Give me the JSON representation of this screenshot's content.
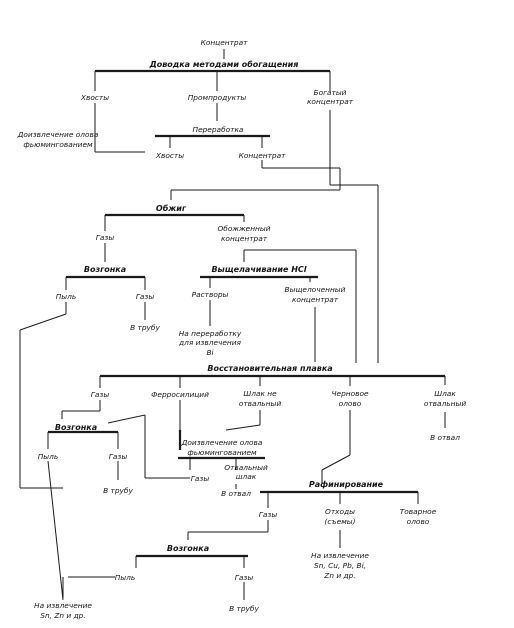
{
  "flowchart": {
    "n_konc": "Концентрат",
    "n_dovodka": "Доводка методами обогащения",
    "n_hvosty1": "Хвосты",
    "n_promprod": "Промпродукты",
    "n_bogaty_1": "Богатый",
    "n_bogaty_2": "концентрат",
    "n_izvl_fum1_1": "Доизвлечение олова",
    "n_izvl_fum1_2": "фьюмингованием",
    "n_pererab": "Переработка",
    "n_hvosty2": "Хвосты",
    "n_konc2": "Концентрат",
    "n_obzhig": "Обжиг",
    "n_gazy1": "Газы",
    "n_obozh_1": "Обожженный",
    "n_obozh_2": "концентрат",
    "n_vysublim1": "Возгонка",
    "n_vyshchel": "Выщелачивание HCl",
    "n_pyl1": "Пыль",
    "n_gazy2": "Газы",
    "n_rastvory": "Растворы",
    "n_vyshch_konc_1": "Выщелоченный",
    "n_vyshch_konc_2": "концентрат",
    "n_v_trubu1": "В трубу",
    "n_na_pererab_1": "На переработку",
    "n_na_pererab_2": "для извлечения",
    "n_na_pererab_3": "Bi",
    "n_vosst": "Восстановительная плавка",
    "n_gazy3": "Газы",
    "n_ferrosil": "Ферросилиций",
    "n_shlak_ne_1": "Шлак не",
    "n_shlak_ne_2": "отвальный",
    "n_chernov_1": "Черновое",
    "n_chernov_2": "олово",
    "n_shlak_otv_1": "Шлак",
    "n_shlak_otv_2": "отвальный",
    "n_vysublim2": "Возгонка",
    "n_izvl_fum2_1": "Доизвлечение олова",
    "n_izvl_fum2_2": "фьюмингованием",
    "n_v_otval1": "В отвал",
    "n_pyl2": "Пыль",
    "n_gazy4": "Газы",
    "n_otv_shlak_1": "Отвальный",
    "n_otv_shlak_2": "шлак",
    "n_gazy5": "Газы",
    "n_rafin": "Рафинирование",
    "n_v_trubu2": "В трубу",
    "n_v_otval2": "В отвал",
    "n_gazy6": "Газы",
    "n_othody_1": "Отходы",
    "n_othody_2": "(съемы)",
    "n_tovar_1": "Товарное",
    "n_tovar_2": "олово",
    "n_na_izvl_1": "На извлечение",
    "n_na_izvl_2": "Sn, Cu, Pb, Bi,",
    "n_na_izvl_3": "Zn и др.",
    "n_vysublim3": "Возгонка",
    "n_pyl3": "Пыль",
    "n_gazy7": "Газы",
    "n_na_izvl_final_1": "На извлечение",
    "n_na_izvl_final_2": "Sn, Zn и др.",
    "n_v_trubu3": "В трубу"
  }
}
